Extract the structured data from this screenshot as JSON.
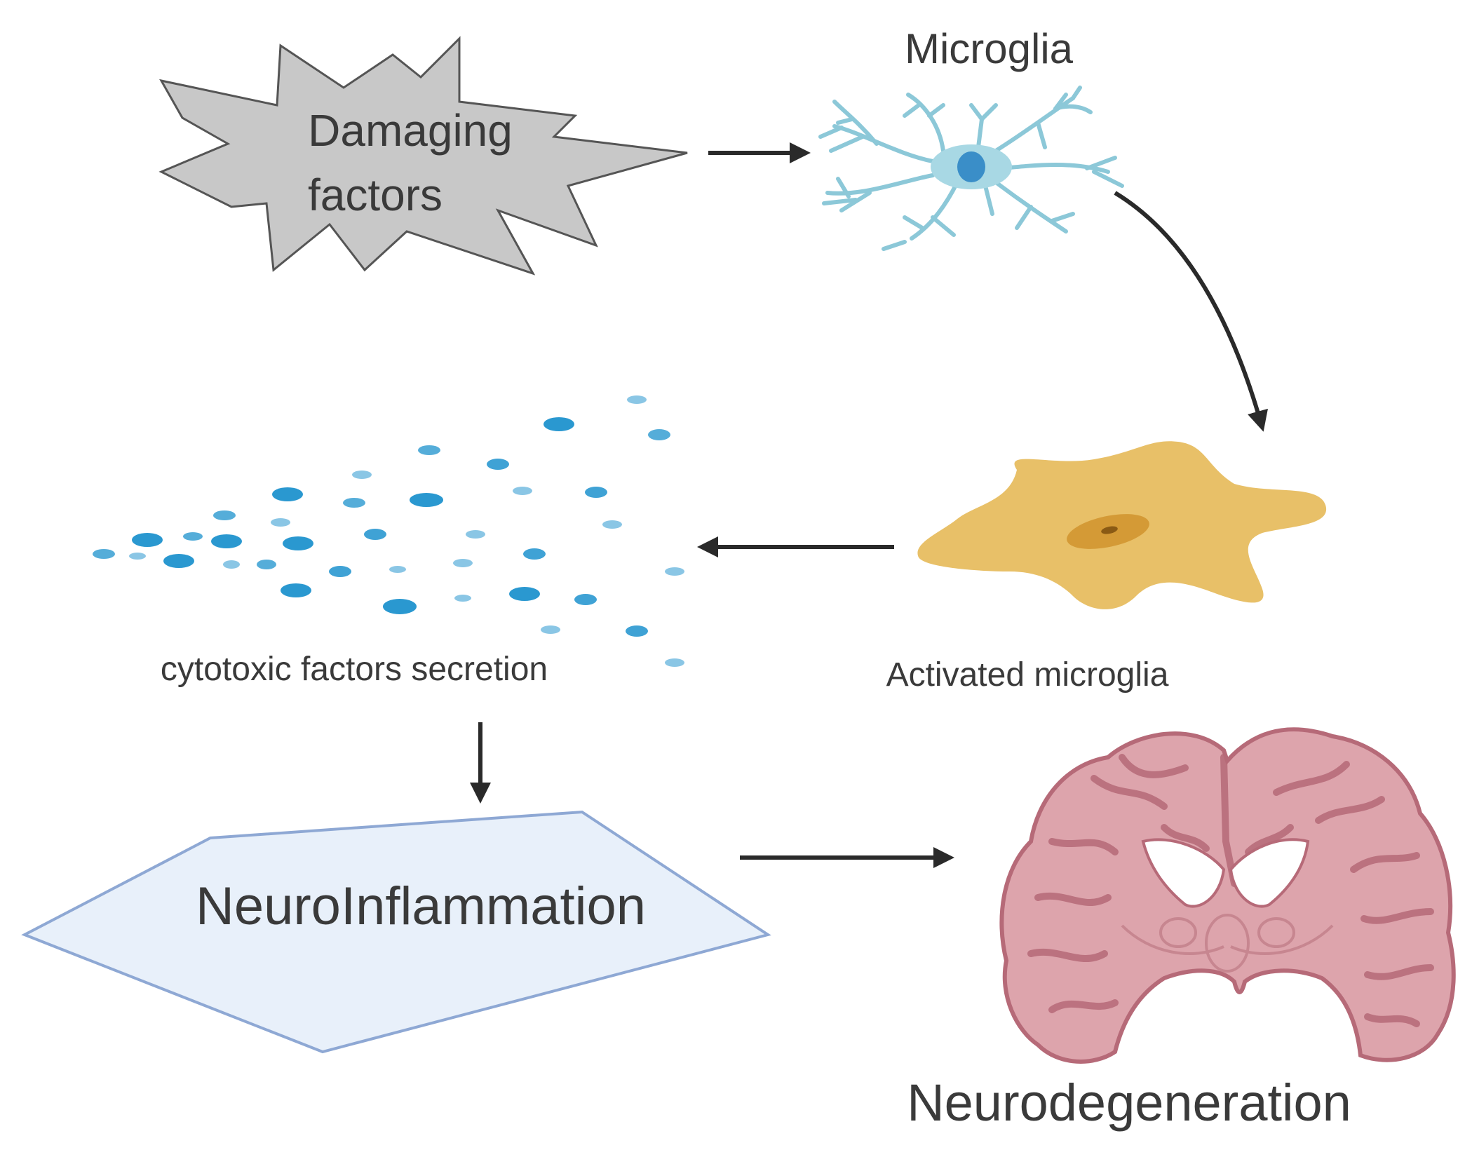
{
  "labels": {
    "damaging_line1": "Damaging",
    "damaging_line2": "factors",
    "microglia": "Microglia",
    "activated_microglia": "Activated microglia",
    "cytotoxic": "cytotoxic factors secretion",
    "neuroinflammation": "NeuroInflammation",
    "neurodegeneration": "Neurodegeneration"
  },
  "colors": {
    "star_fill": "#c8c8c8",
    "microglia": "#8cc8d8",
    "microglia_nucleus": "#3a8ec8",
    "activated_fill": "#e8c068",
    "activated_nucleus": "#d49a36",
    "particles": "#2a98d0",
    "neuroinflammation_fill": "#e8f0fa",
    "neuroinflammation_stroke": "#8ea8d4",
    "brain_fill": "#dda4ac",
    "brain_stroke": "#b66a78",
    "arrow": "#2a2a2a"
  }
}
